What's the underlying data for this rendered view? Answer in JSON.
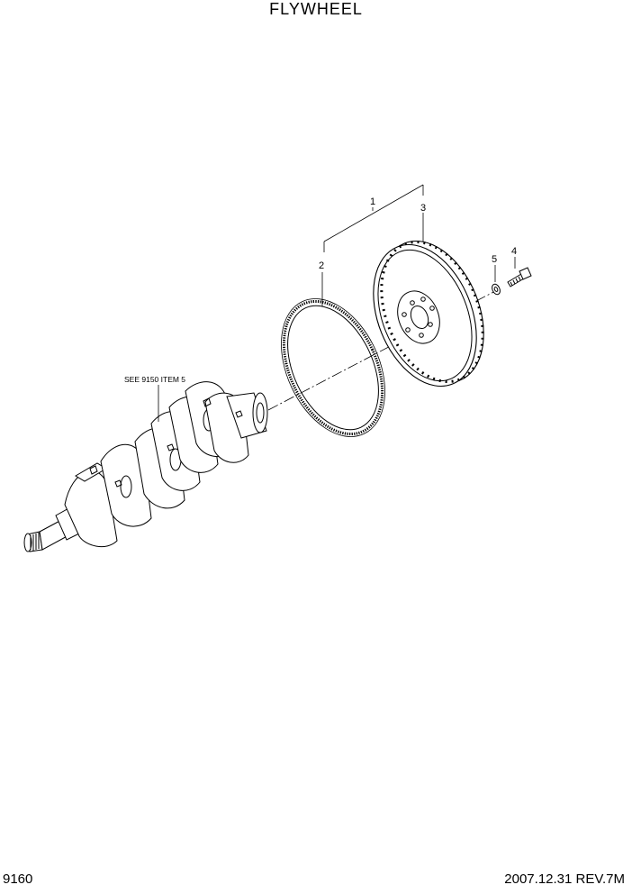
{
  "title": "FLYWHEEL",
  "footer": {
    "page_code": "9160",
    "revision": "2007.12.31  REV.7M"
  },
  "callouts": {
    "item1": "1",
    "item2": "2",
    "item3": "3",
    "item4": "4",
    "item5": "5"
  },
  "reference_note": "SEE 9150 ITEM 5"
}
